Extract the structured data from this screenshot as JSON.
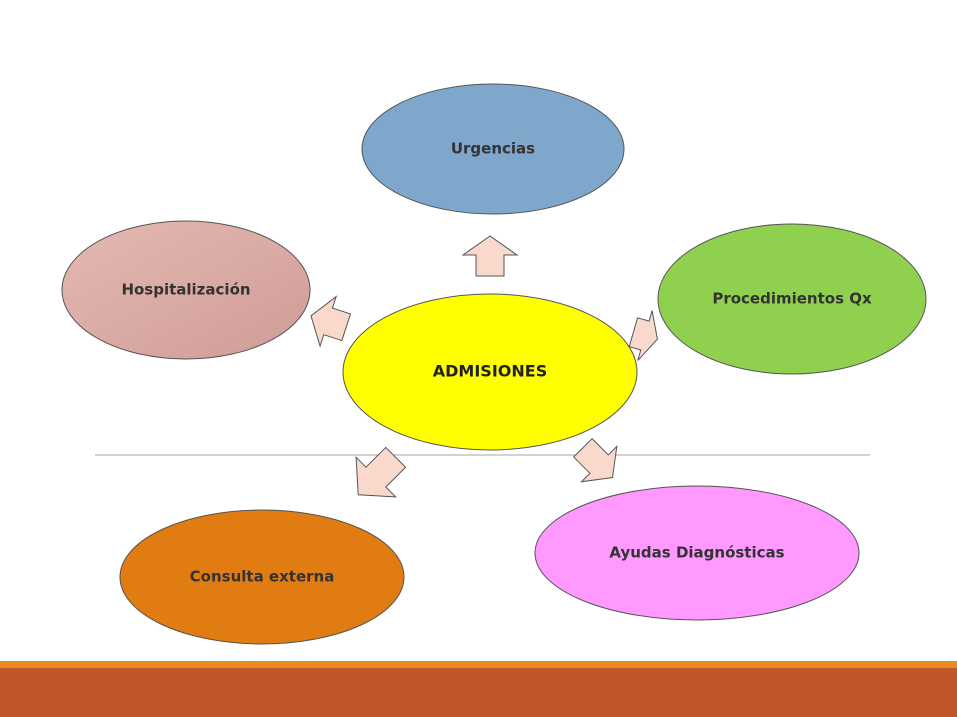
{
  "diagram": {
    "center": {
      "label": "ADMISIONES",
      "color": "#ffff00"
    },
    "nodes": [
      {
        "id": "urgencias",
        "label": "Urgencias",
        "color": "#7fa7cc"
      },
      {
        "id": "procedimientos",
        "label": "Procedimientos Qx",
        "color": "#8fd14f"
      },
      {
        "id": "ayudas",
        "label": "Ayudas Diagnósticas",
        "color": "#ff99ff"
      },
      {
        "id": "consulta",
        "label": "Consulta externa",
        "color": "#e07c12"
      },
      {
        "id": "hospitalizacion",
        "label": "Hospitalización",
        "color": "#dba8a2"
      }
    ],
    "arrow_color": "#f9d9cc",
    "outline_color": "#555555"
  },
  "theme": {
    "divider_color": "#a6a6a6",
    "bar_thin_color": "#e88a22",
    "bar_thick_color": "#c0562a"
  }
}
